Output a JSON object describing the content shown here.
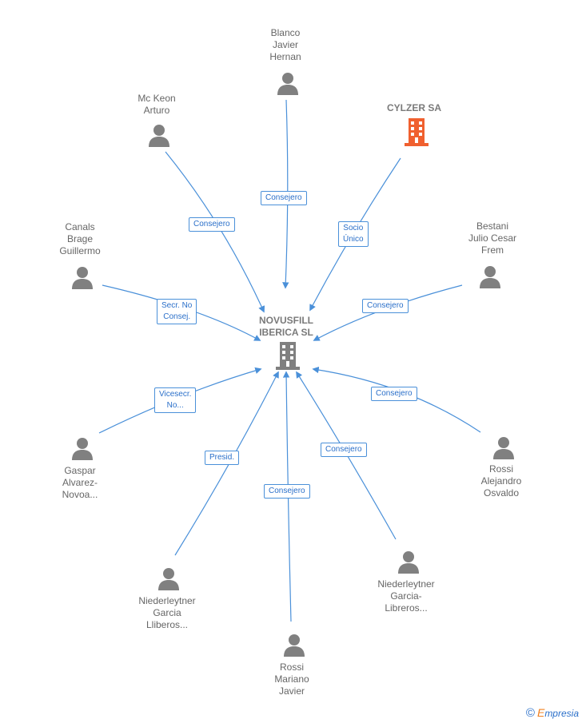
{
  "center": {
    "label": "NOVUSFILL\nIBERICA  SL",
    "icon": "building-icon",
    "color": "#808080"
  },
  "company": {
    "label": "CYLZER SA",
    "icon": "building-icon",
    "color": "#f0602f"
  },
  "people": [
    {
      "id": "blanco",
      "label": "Blanco\nJavier\nHernan",
      "role": "Consejero"
    },
    {
      "id": "mckeon",
      "label": "Mc Keon\nArturo",
      "role": "Consejero"
    },
    {
      "id": "cylzer",
      "label": "CYLZER SA",
      "role": "Socio\nÚnico"
    },
    {
      "id": "canals",
      "label": "Canals\nBrage\nGuillermo",
      "role": "Secr.  No\nConsej."
    },
    {
      "id": "bestani",
      "label": "Bestani\nJulio Cesar\nFrem",
      "role": "Consejero"
    },
    {
      "id": "gaspar",
      "label": "Gaspar\nAlvarez-\nNovoa...",
      "role": "Vicesecr.\nNo..."
    },
    {
      "id": "rossia",
      "label": "Rossi\nAlejandro\nOsvaldo",
      "role": "Consejero"
    },
    {
      "id": "nieder1",
      "label": "Niederleytner\nGarcia\nLliberos...",
      "role": "Presid."
    },
    {
      "id": "nieder2",
      "label": "Niederleytner\nGarcia-\nLibreros...",
      "role": "Consejero"
    },
    {
      "id": "rossim",
      "label": "Rossi\nMariano\nJavier",
      "role": "Consejero"
    }
  ],
  "footer": {
    "copyright": "©",
    "brand_initial": "E",
    "brand_rest": "mpresia"
  },
  "colors": {
    "edge": "#4a90d9",
    "person": "#808080",
    "text": "#666666"
  }
}
